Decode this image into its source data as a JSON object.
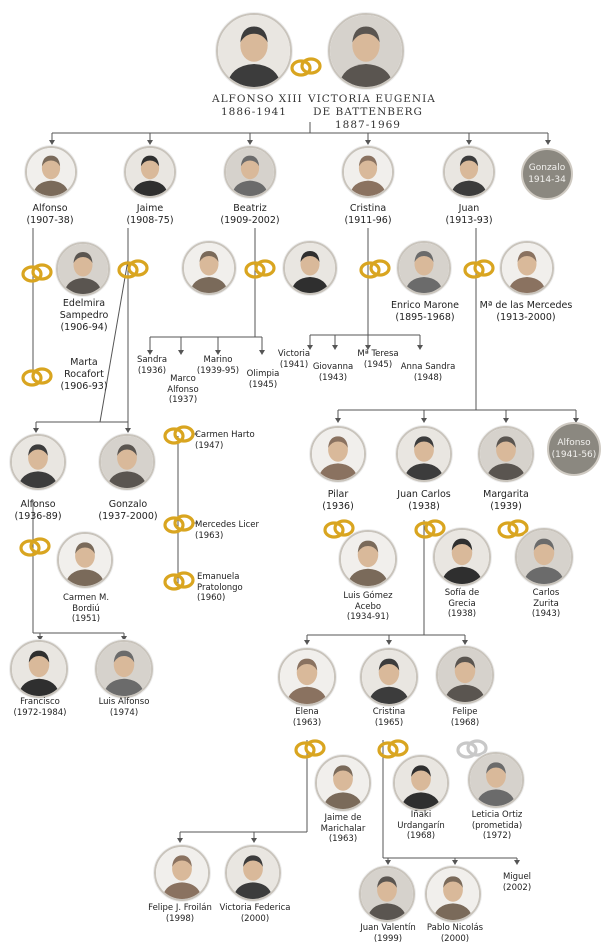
{
  "founders": {
    "husband": {
      "name": "ALFONSO XIII",
      "years": "1886-1941"
    },
    "wife": {
      "name_line1": "VICTORIA EUGENIA",
      "name_line2": "DE BATTENBERG",
      "years": "1887-1969"
    }
  },
  "gen1": {
    "alfonso": {
      "name": "Alfonso",
      "years": "(1907-38)"
    },
    "jaime": {
      "name": "Jaime",
      "years": "(1908-75)"
    },
    "beatriz": {
      "name": "Beatriz",
      "years": "(1909-2002)"
    },
    "cristina": {
      "name": "Cristina",
      "years": "(1911-96)"
    },
    "juan": {
      "name": "Juan",
      "years": "(1913-93)"
    },
    "gonzalo": {
      "name": "Gonzalo",
      "years": "1914-34"
    }
  },
  "spouses1": {
    "edelmira": {
      "line1": "Edelmira",
      "line2": "Sampedro",
      "years": "(1906-94)"
    },
    "marta": {
      "line1": "Marta",
      "line2": "Rocafort",
      "years": "(1906-93)"
    },
    "enrico": {
      "name": "Enrico Marone",
      "years": "(1895-1968)"
    },
    "mercedes": {
      "name": "Mª de las Mercedes",
      "years": "(1913-2000)"
    }
  },
  "beatriz_children": {
    "sandra": {
      "name": "Sandra",
      "years": "(1936)"
    },
    "marco": {
      "name": "Marco",
      "line2": "Alfonso",
      "years": "(1937)"
    },
    "marino": {
      "name": "Marino",
      "years": "(1939-95)"
    },
    "olimpia": {
      "name": "Olimpia",
      "years": "(1945)"
    }
  },
  "cristina_children": {
    "victoria": {
      "name": "Victoria",
      "years": "(1941)"
    },
    "giovanna": {
      "name": "Giovanna",
      "years": "(1943)"
    },
    "materesa": {
      "name": "Mª Teresa",
      "years": "(1945)"
    },
    "annasandra": {
      "name": "Anna Sandra",
      "years": "(1948)"
    }
  },
  "jaime_children": {
    "alfonso": {
      "name": "Alfonso",
      "years": "(1936-89)"
    },
    "gonzalo": {
      "name": "Gonzalo",
      "years": "(1937-2000)"
    }
  },
  "gonzalo_wives": {
    "carmen": {
      "name": "Carmen Harto",
      "years": "(1947)"
    },
    "mercedes": {
      "name": "Mercedes Licer",
      "years": "(1963)"
    },
    "emanuela": {
      "line1": "Emanuela",
      "line2": "Pratolongo",
      "years": "(1960)"
    }
  },
  "carmen_bordiu": {
    "line1": "Carmen M.",
    "line2": "Bordiú",
    "years": "(1951)"
  },
  "alfonso_children": {
    "francisco": {
      "name": "Francisco",
      "years": "(1972-1984)"
    },
    "luisalfonso": {
      "name": "Luis Alfonso",
      "years": "(1974)"
    }
  },
  "juan_children": {
    "pilar": {
      "name": "Pilar",
      "years": "(1936)"
    },
    "juancarlos": {
      "name": "Juan Carlos",
      "years": "(1938)"
    },
    "margarita": {
      "name": "Margarita",
      "years": "(1939)"
    },
    "alfonso": {
      "name": "Alfonso",
      "years": "(1941-56)"
    }
  },
  "spouses3": {
    "luisgomez": {
      "line1": "Luis Gómez",
      "line2": "Acebo",
      "years": "(1934-91)"
    },
    "sofia": {
      "line1": "Sofía de",
      "line2": "Grecia",
      "years": "(1938)"
    },
    "carlos": {
      "line1": "Carlos",
      "line2": "Zurita",
      "years": "(1943)"
    }
  },
  "jc_children": {
    "elena": {
      "name": "Elena",
      "years": "(1963)"
    },
    "cristina": {
      "name": "Cristina",
      "years": "(1965)"
    },
    "felipe": {
      "name": "Felipe",
      "years": "(1968)"
    }
  },
  "spouses4": {
    "jaime": {
      "line1": "Jaime de",
      "line2": "Marichalar",
      "years": "(1963)"
    },
    "inaki": {
      "line1": "Iñaki",
      "line2": "Urdangarín",
      "years": "(1968)"
    },
    "leticia": {
      "line1": "Leticia Ortiz",
      "line2": "(prometida)",
      "years": "(1972)"
    }
  },
  "grandchildren": {
    "felipej": {
      "name": "Felipe J. Froilán",
      "years": "(1998)"
    },
    "victoriaf": {
      "name": "Victoria Federica",
      "years": "(2000)"
    },
    "juanv": {
      "name": "Juan Valentín",
      "years": "(1999)"
    },
    "pablo": {
      "name": "Pablo Nicolás",
      "years": "(2000)"
    },
    "miguel": {
      "name": "Miguel",
      "years": "(2002)"
    }
  },
  "colors": {
    "line": "#555555",
    "ring_gold": "#d9a520",
    "ring_silver": "#c8c8c8",
    "deceased_disc": "#8b8880"
  }
}
